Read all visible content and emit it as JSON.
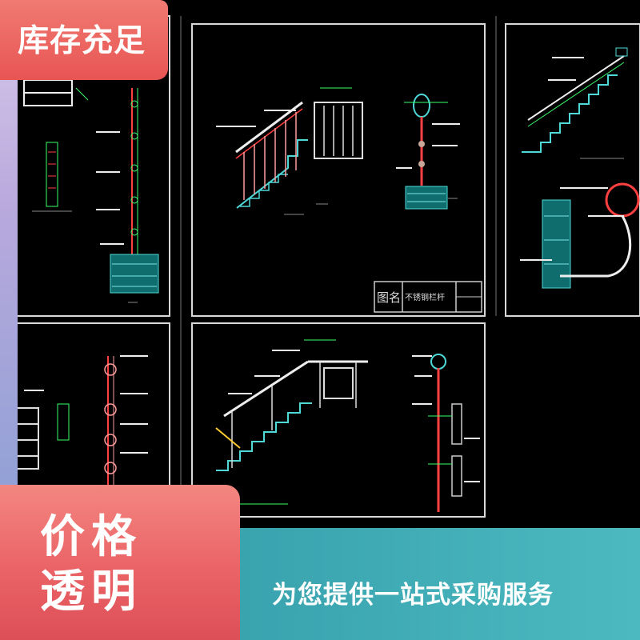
{
  "badge": {
    "text": "库存充足"
  },
  "drawing": {
    "title_label": "图名",
    "title_value": "不锈钢栏杆"
  },
  "promo": {
    "price_line1": "价格",
    "price_line2": "透明",
    "tagline": "为您提供一站式采购服务"
  },
  "colors": {
    "badge_red": "#e85553",
    "teal_band": "#3ea9b3",
    "cad_green": "#39ff6a",
    "cad_cyan": "#4fd8d8",
    "cad_red": "#ff4040"
  }
}
